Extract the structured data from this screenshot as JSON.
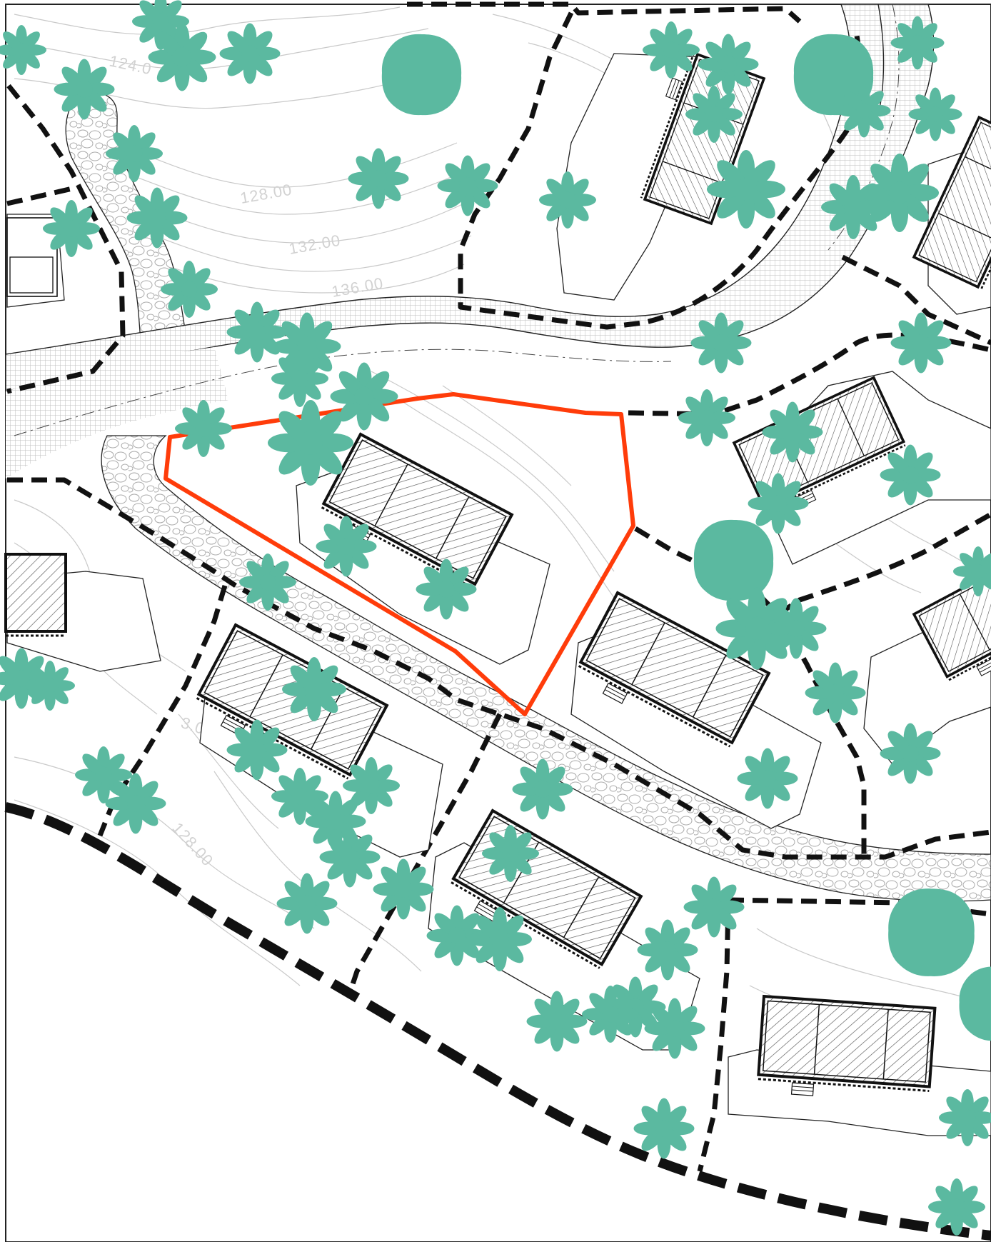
{
  "map": {
    "contour_labels": [
      "124.0",
      "128.00",
      "132.00",
      "136.00",
      "3.00",
      "128.00"
    ],
    "colors": {
      "tree": "#5bb9a0",
      "selected_plot": "#ff3c0a",
      "lot_boundary": "#111111",
      "contour": "#c9c9c9",
      "contour_label": "#d2d2d2",
      "road_pattern": "#c8c8c8"
    },
    "legend": {
      "selected_plot": "highlighted plot (red outline)"
    }
  }
}
